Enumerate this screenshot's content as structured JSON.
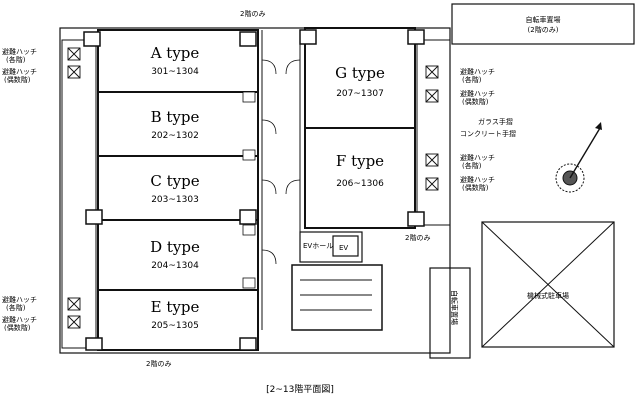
{
  "units": [
    {
      "type_label": "A type",
      "range": "301~1304"
    },
    {
      "type_label": "B type",
      "range": "202~1302"
    },
    {
      "type_label": "C type",
      "range": "203~1303"
    },
    {
      "type_label": "D type",
      "range": "204~1304"
    },
    {
      "type_label": "E type",
      "range": "205~1305"
    },
    {
      "type_label": "G type",
      "range": "207~1307"
    },
    {
      "type_label": "F type",
      "range": "206~1306"
    }
  ],
  "labels": {
    "hatch_top_left_1": "避難ハッチ",
    "hatch_top_left_2": "(各階)",
    "hatch_top_left_3": "避難ハッチ",
    "hatch_top_left_4": "(偶数階)",
    "hatch_bot_left_1": "避難ハッチ",
    "hatch_bot_left_2": "(各階)",
    "hatch_bot_left_3": "避難ハッチ",
    "hatch_bot_left_4": "(偶数階)",
    "hatch_right_g_1": "避難ハッチ",
    "hatch_right_g_2": "(各階)",
    "hatch_right_g_3": "避難ハッチ",
    "hatch_right_g_4": "(偶数階)",
    "hatch_right_f_1": "避難ハッチ",
    "hatch_right_f_2": "(各階)",
    "hatch_right_f_3": "避難ハッチ",
    "hatch_right_f_4": "(偶数階)",
    "glass_block": "ガラス手摺",
    "concrete": "コンクリート手摺",
    "ev": "EV",
    "ev_hall": "EVホール",
    "top_right_box": "自転車置場",
    "top_right_sub": "(2階のみ)",
    "parking": "機械式駐車場",
    "bicycle": "自転車置場",
    "floor_note_top": "2階のみ",
    "floor_note_bottom": "2階のみ",
    "floor_note_right": "2階のみ",
    "caption": "[2~13階平面図]"
  }
}
